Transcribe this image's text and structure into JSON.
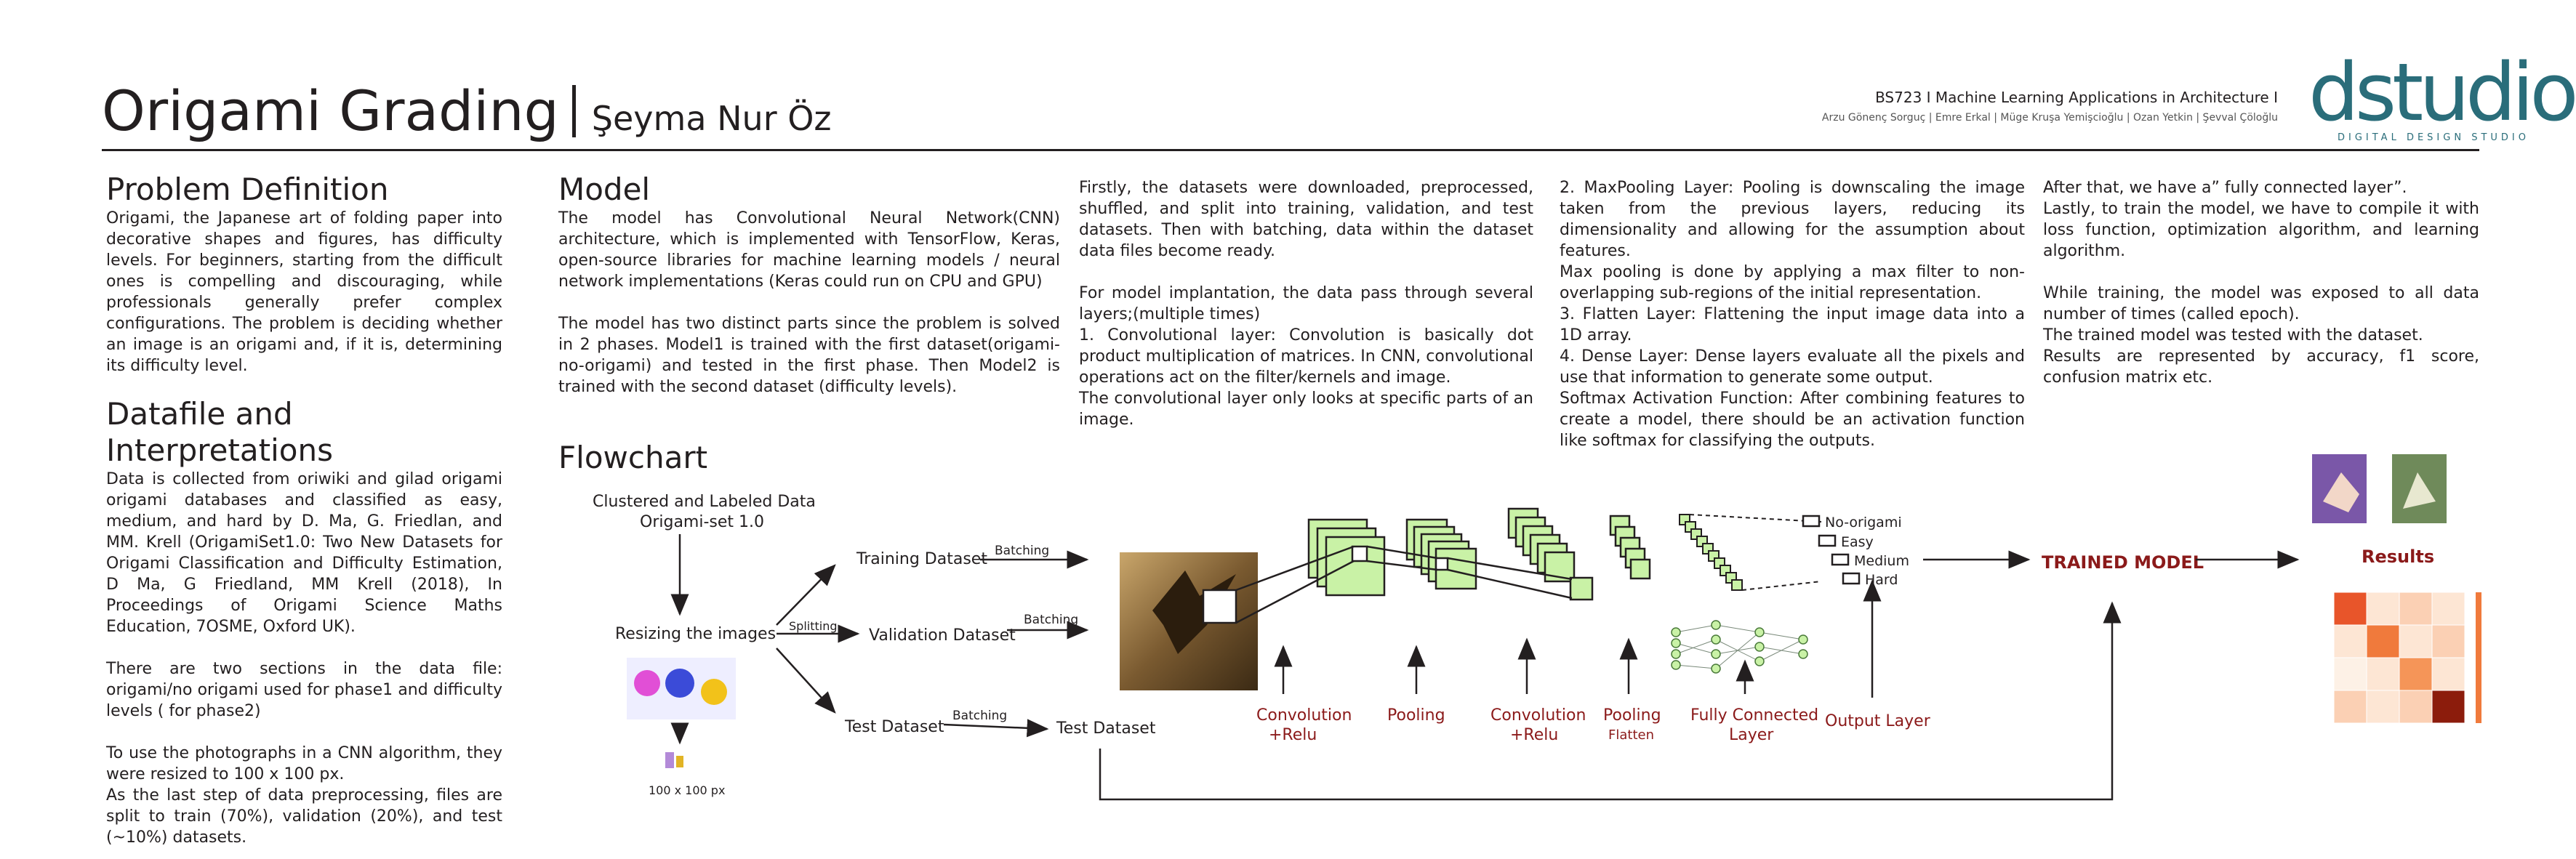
{
  "header": {
    "title": "Origami Grading",
    "author": "Şeyma Nur Öz",
    "course": "BS723 I Machine Learning Applications in Architecture I",
    "instructors": "Arzu Gönenç Sorguç | Emre Erkal | Müge Kruşa Yemişcioğlu | Ozan Yetkin | Şevval Çöloğlu",
    "logo_text": "dstudio",
    "logo_subtitle": "DIGITAL DESIGN STUDIO"
  },
  "problem": {
    "heading": "Problem Definition",
    "body": "Origami, the Japanese art of folding paper into decorative shapes and figures, has difficulty levels. For beginners, starting from the difficult ones is compelling and discouraging, while professionals generally prefer complex configurations. The problem is deciding whether an image is an origami and, if it is, determining its difficulty level."
  },
  "datafile": {
    "heading": "Datafile and Interpretations",
    "p1": "Data is collected from oriwiki and gilad origami origami databases and classified as easy, medium, and hard by D. Ma, G. Friedlan, and MM. Krell (OrigamiSet1.0: Two New Datasets for Origami Classification and Difficulty Estimation, D Ma, G Friedland, MM Krell (2018), In Proceedings of Origami Science Maths Education, 7OSME, Oxford UK).",
    "p2": "There are two sections in the data file: origami/no origami used for phase1 and difficulty levels ( for phase2)",
    "p3": "To use the photographs in a CNN algorithm, they were resized to 100 x 100 px.",
    "p4": "As the last step of data preprocessing, files are split to train (70%), validation (20%), and test (~10%) datasets."
  },
  "model": {
    "heading": "Model",
    "p1": "The model has Convolutional Neural Network(CNN) architecture, which is implemented with TensorFlow, Keras, open-source libraries for machine learning models / neural network implementations (Keras could run on CPU and GPU)",
    "p2": "The model has two distinct parts since the problem is solved in 2 phases. Model1 is trained with the first dataset(origami-no-origami) and tested in the first phase. Then Model2 is trained with the second dataset (difficulty levels)."
  },
  "col3": {
    "p1": "Firstly, the datasets were downloaded, preprocessed, shuffled, and split into training, validation, and test datasets. Then with batching, data within the dataset data files become ready.",
    "p2": "For model implantation, the data pass through several layers;(multiple times)",
    "p3": "1. Convolutional layer: Convolution is basically dot product multiplication of matrices. In CNN, convolutional operations act on the filter/kernels and image.",
    "p4": "The convolutional layer only looks at specific parts of an image."
  },
  "col4": {
    "p1": "2. MaxPooling Layer: Pooling is downscaling the image taken from the previous layers, reducing its dimensionality and allowing for the assumption about features.",
    "p2": "Max pooling is done by applying a max filter to non-overlapping sub-regions of the initial representation.",
    "p3": "3. Flatten Layer: Flattening the input image data into a 1D array.",
    "p4": "4. Dense Layer: Dense layers evaluate all the pixels and use that information to generate some output.",
    "p5": "Softmax Activation Function: After combining features to create a model, there should be an activation function like softmax for classifying the outputs."
  },
  "col5": {
    "p1": "After that, we have a” fully connected layer”.",
    "p2": "Lastly, to train the model, we have to compile it with loss function, optimization algorithm, and learning algorithm.",
    "p3": "While training, the model was exposed to all data number of times (called epoch).",
    "p4": "The trained model was tested with the dataset.",
    "p5": "Results are represented by accuracy, f1 score, confusion matrix etc."
  },
  "flowchart": {
    "heading": "Flowchart",
    "clustered": "Clustered and Labeled Data",
    "origami_set": "Origami-set 1.0",
    "resizing": "Resizing the images",
    "size_label": "100 x 100 px",
    "splitting": "Splitting",
    "training": "Training Dataset",
    "validation": "Validation Dataset",
    "test": "Test Dataset",
    "test2": "Test Dataset",
    "batching": "Batching",
    "classes": [
      "No-origami",
      "Easy",
      "Medium",
      "Hard"
    ],
    "conv1": "Convolution",
    "relu1": "+Relu",
    "pool1": "Pooling",
    "conv2": "Convolution",
    "relu2": "+Relu",
    "pool2": "Pooling",
    "flatten": "Flatten",
    "fc1": "Fully Connected",
    "fc2": "Layer",
    "output": "Output Layer",
    "trained": "TRAINED MODEL",
    "results": "Results"
  },
  "colors": {
    "text": "#231f20",
    "accent_red": "#8b1a1a",
    "layer_green": "#c9f2a6",
    "logo_teal": "#2a6d7a"
  }
}
